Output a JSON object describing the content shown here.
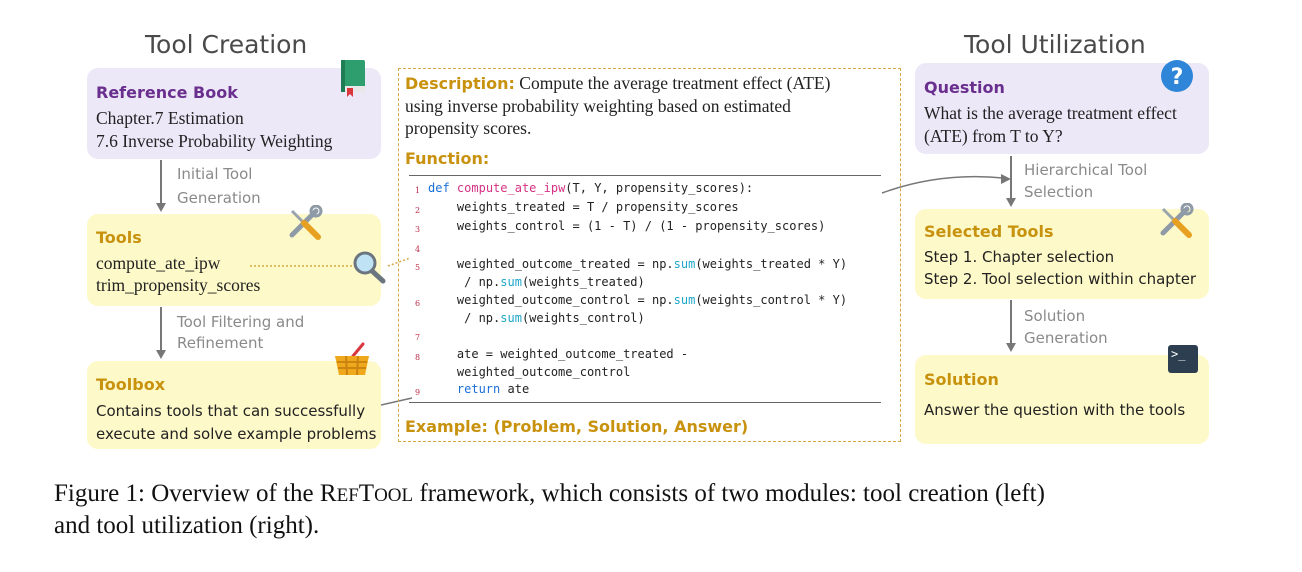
{
  "left": {
    "title": "Tool Creation",
    "reference_book": {
      "title": "Reference Book",
      "line1": "Chapter.7 Estimation",
      "line2": "7.6 Inverse Probability Weighting"
    },
    "arrow1_label": [
      "Initial Tool",
      "Generation"
    ],
    "tools": {
      "title": "Tools",
      "line1": "compute_ate_ipw",
      "line2": "trim_propensity_scores"
    },
    "arrow2_label": [
      "Tool Filtering and",
      "Refinement"
    ],
    "toolbox": {
      "title": "Toolbox",
      "line1": "Contains tools that can successfully",
      "line2": "execute and solve example problems"
    }
  },
  "center": {
    "description_label": "Description:",
    "description_lines": [
      "Compute the average treatment effect (ATE)",
      "using inverse probability weighting based on estimated",
      "propensity scores."
    ],
    "function_label": "Function:",
    "code": {
      "n1": "1",
      "n2": "2",
      "n3": "3",
      "n4": "4",
      "n5": "5",
      "n6": "6",
      "n7": "7",
      "n8": "8",
      "n9": "9",
      "def": "def",
      "fname": "compute_ate_ipw",
      "params": "(T, Y, propensity_scores):",
      "l2": "    weights_treated = T / propensity_scores",
      "l3": "    weights_control = (1 - T) / (1 - propensity_scores)",
      "l5a": "    weighted_outcome_treated = np.",
      "l5b": "(weights_treated * Y)",
      "l5c": "     / np.",
      "l5d": "(weights_treated)",
      "l6a": "    weighted_outcome_control = np.",
      "l6b": "(weights_control * Y)",
      "l6c": "     / np.",
      "l6d": "(weights_control)",
      "sum": "sum",
      "l8a": "    ate = weighted_outcome_treated -",
      "l8b": "    weighted_outcome_control",
      "ret": "return",
      "l9": " ate"
    },
    "example_label": "Example: (Problem, Solution, Answer)"
  },
  "right": {
    "title": "Tool Utilization",
    "question": {
      "title": "Question",
      "line1": "What is the average treatment effect",
      "line2": "(ATE) from T to Y?"
    },
    "arrow1_label": [
      "Hierarchical Tool",
      "Selection"
    ],
    "selected_tools": {
      "title": "Selected Tools",
      "line1": "Step 1. Chapter selection",
      "line2": "Step 2. Tool selection within chapter"
    },
    "arrow2_label": [
      "Solution",
      "Generation"
    ],
    "solution": {
      "title": "Solution",
      "line1": "Answer the question with the tools"
    }
  },
  "icons": {
    "book": "book-icon",
    "tools": "wrench-screwdriver-icon",
    "basket": "basket-icon",
    "magnifier": "magnifier-icon",
    "question": "question-mark-icon",
    "terminal": "terminal-icon",
    "question_glyph": "?",
    "terminal_glyph": ">_"
  },
  "caption": {
    "prefix": "Figure 1: Overview of the ",
    "name_r": "R",
    "name_ef": "EF",
    "name_t": "T",
    "name_ool": "OOL",
    "suffix": " framework, which consists of two modules: tool creation (left)",
    "line2": "and tool utilization (right)."
  },
  "colors": {
    "purple_box": "#ece8f8",
    "yellow_box": "#fdf9c8",
    "purple_text": "#6a2f8e",
    "gold_text": "#c8920e",
    "dashed_border": "#d4a843"
  }
}
